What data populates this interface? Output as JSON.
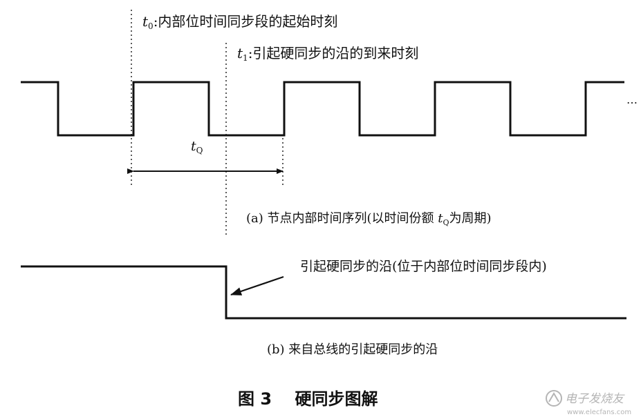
{
  "diagram": {
    "t0_symbol": "t",
    "t0_sub": "0",
    "t0_desc": ":内部位时间同步段的起始时刻",
    "t1_symbol": "t",
    "t1_sub": "1",
    "t1_desc": ":引起硬同步的沿的到来时刻",
    "tq_symbol": "t",
    "tq_sub": "Q",
    "ellipsis": "…",
    "caption_a_before": "(a) 节点内部时间序列(以时间份额 ",
    "caption_a_symbol": "t",
    "caption_a_sub": "Q",
    "caption_a_after": "为周期)",
    "edge_note": "引起硬同步的沿(位于内部位时间同步段内)",
    "caption_b": "(b) 来自总线的引起硬同步的沿",
    "figure_title": "图 3    硬同步图解"
  },
  "watermark": {
    "text": "电子发烧友",
    "url": "www.elecfans.com",
    "color": "#b5b5b5"
  }
}
